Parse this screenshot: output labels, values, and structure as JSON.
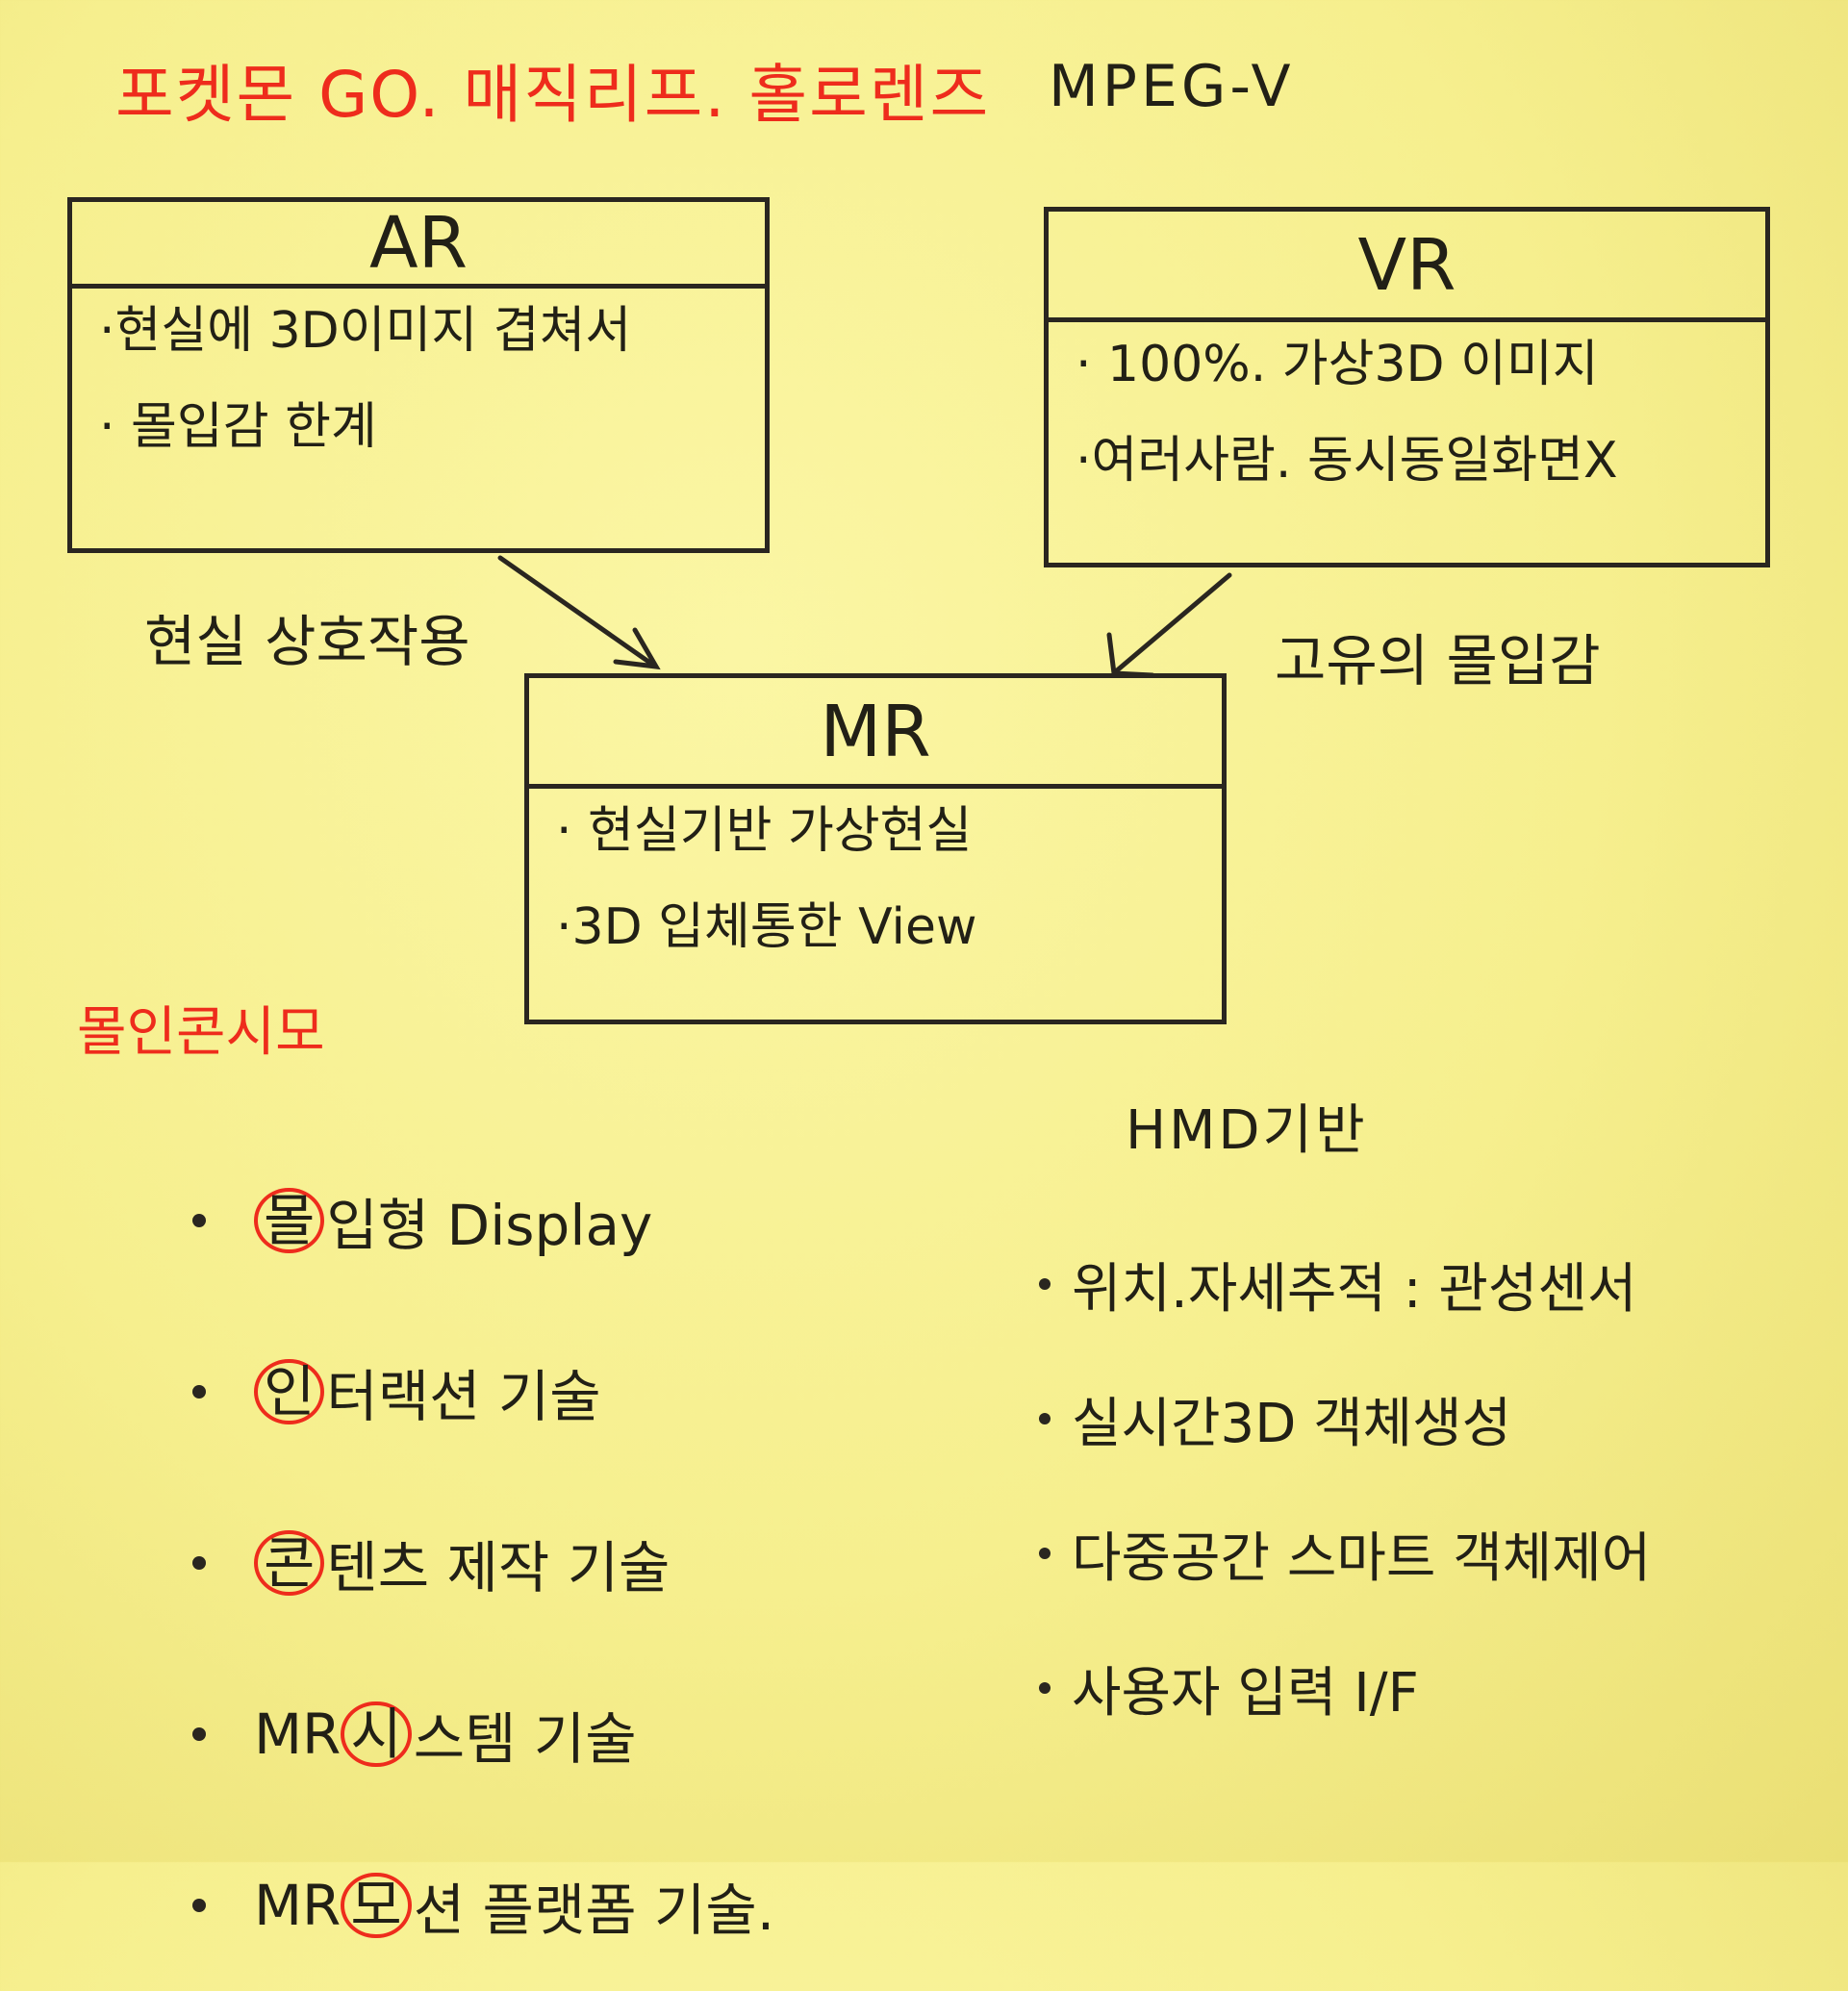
{
  "header": {
    "examples": "포켓몬 GO. 매직리프. 홀로렌즈",
    "standard": "MPEG-V"
  },
  "boxes": {
    "ar": {
      "title": "AR",
      "lines": [
        "·현실에 3D이미지 겹쳐서",
        "· 몰입감 한계"
      ]
    },
    "vr": {
      "title": "VR",
      "lines": [
        "· 100%. 가상3D 이미지",
        "·여러사람. 동시동일화면X"
      ]
    },
    "mr": {
      "title": "MR",
      "lines": [
        "· 현실기반 가상현실",
        "·3D 입체통한 View"
      ]
    }
  },
  "edges": [
    {
      "from": "ar",
      "to": "mr",
      "label": "현실 상호작용"
    },
    {
      "from": "vr",
      "to": "mr",
      "label": "고유의 몰입감"
    }
  ],
  "tech": {
    "acronym": "몰인콘시모",
    "items": [
      {
        "prefix": "",
        "key": "몰",
        "rest": "입형 Display"
      },
      {
        "prefix": "",
        "key": "인",
        "rest": "터랙션 기술"
      },
      {
        "prefix": "",
        "key": "콘",
        "rest": "텐츠 제작 기술"
      },
      {
        "prefix": "MR ",
        "key": "시",
        "rest": "스템 기술"
      },
      {
        "prefix": "MR ",
        "key": "모",
        "rest": "션 플랫폼 기술."
      }
    ]
  },
  "hmd": {
    "title": "HMD기반",
    "items": [
      "위치.자세추적 : 관성센서",
      "실시간3D 객체생성",
      "다중공간 스마트 객체제어",
      "사용자 입력 I/F"
    ]
  },
  "colors": {
    "accent_red": "#ee2c1c",
    "ink": "#2a2620",
    "paper": "#f8f09a"
  }
}
